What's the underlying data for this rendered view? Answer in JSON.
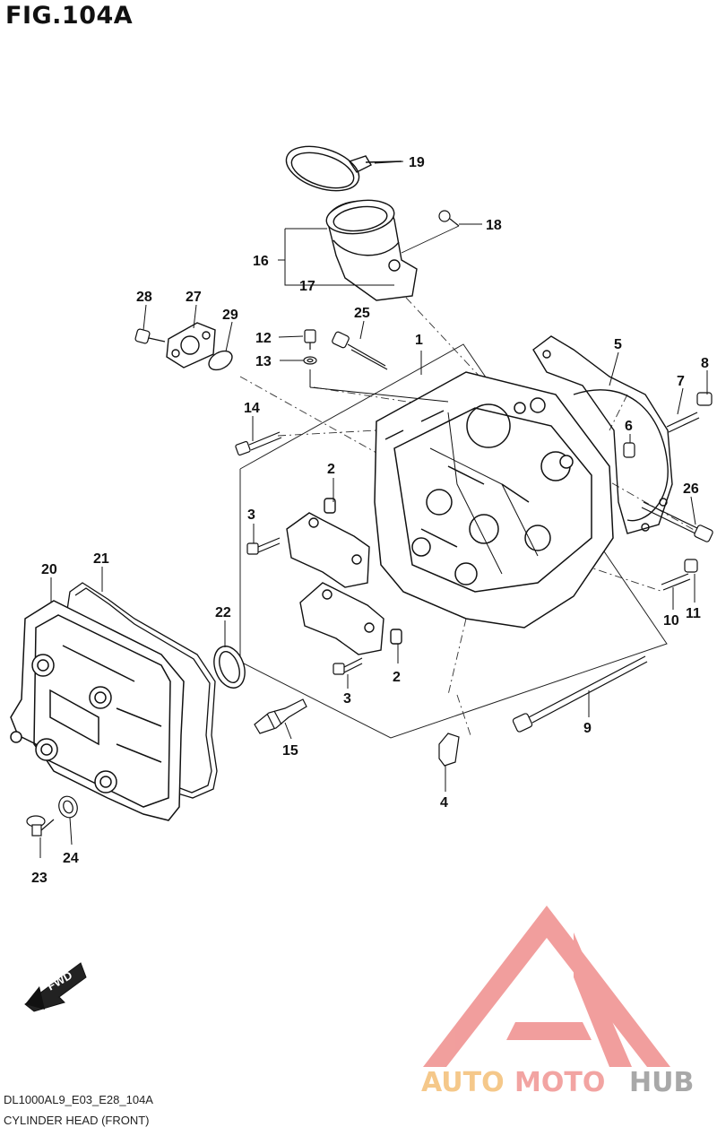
{
  "figure": {
    "title": "FIG.104A",
    "code": "DL1000AL9_E03_E28_104A",
    "caption": "CYLINDER HEAD (FRONT)"
  },
  "fwd_label": "FWD",
  "brand": {
    "part1": "AUTO",
    "part2": "MOTO",
    "part3": "HUB",
    "colors": {
      "auto": "#f5c88a",
      "moto": "#f2a4a2",
      "hub": "#a8a8a8",
      "triangle": "#ef8e8c"
    }
  },
  "callouts": {
    "c1": "1",
    "c2a": "2",
    "c2b": "2",
    "c3a": "3",
    "c3b": "3",
    "c4": "4",
    "c5": "5",
    "c6": "6",
    "c7": "7",
    "c8": "8",
    "c9": "9",
    "c10": "10",
    "c11": "11",
    "c12": "12",
    "c13": "13",
    "c14": "14",
    "c15": "15",
    "c16": "16",
    "c17": "17",
    "c18": "18",
    "c19": "19",
    "c20": "20",
    "c21": "21",
    "c22": "22",
    "c23": "23",
    "c24": "24",
    "c25": "25",
    "c26": "26",
    "c27": "27",
    "c28": "28",
    "c29": "29"
  }
}
